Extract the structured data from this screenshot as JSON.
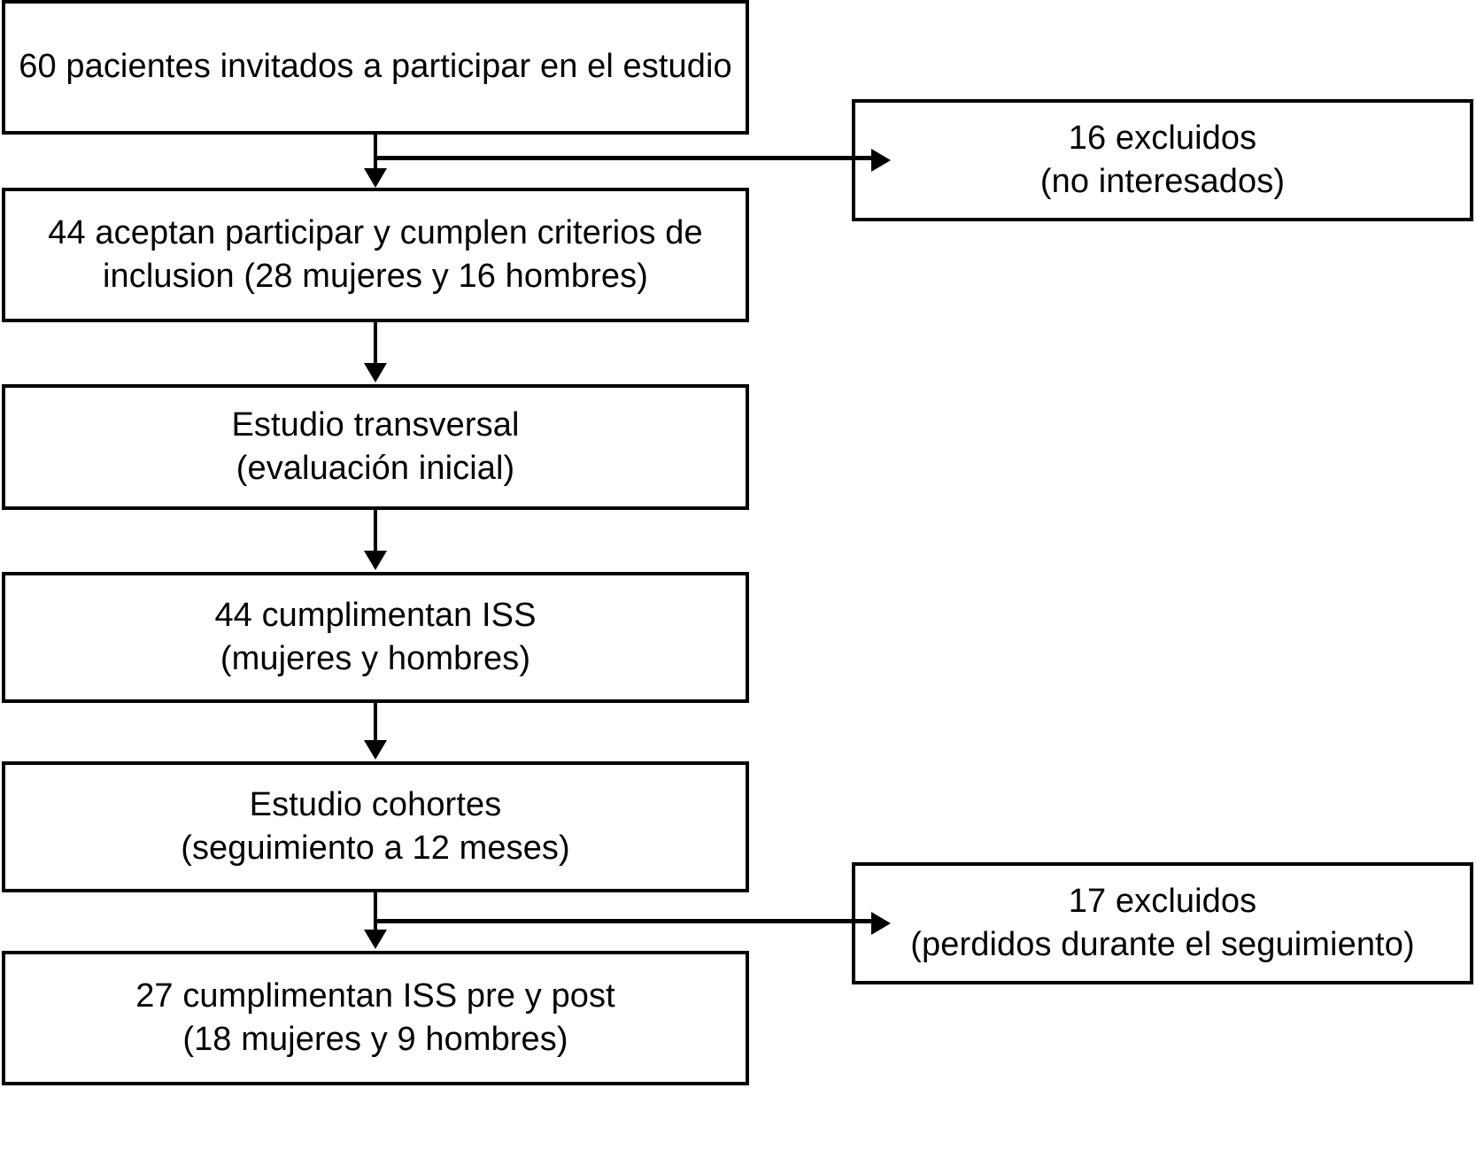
{
  "figure": {
    "type": "flowchart",
    "orientation": "top-to-bottom",
    "language": "es",
    "colors": {
      "box_border": "#000000",
      "box_fill": "#ffffff",
      "connector": "#000000",
      "text": "#000000"
    }
  },
  "nodes": {
    "invited": {
      "id": "invited",
      "text": "60 pacientes invitados a participar en el estudio",
      "count": 60
    },
    "accepted": {
      "id": "accepted",
      "text": "44 aceptan participar y cumplen criterios de\ninclusion (28 mujeres y 16 hombres)",
      "count": 44,
      "women": 28,
      "men": 16
    },
    "cross_sectional": {
      "id": "cross_sectional",
      "text": "Estudio transversal\n(evaluación inicial)"
    },
    "iss_44": {
      "id": "iss_44",
      "text": "44 cumplimentan ISS\n(mujeres y hombres)",
      "count": 44
    },
    "cohort": {
      "id": "cohort",
      "text": "Estudio cohortes\n(seguimiento a 12 meses)",
      "followup_months": 12
    },
    "iss_27": {
      "id": "iss_27",
      "text": "27 cumplimentan ISS pre y post\n(18 mujeres y 9 hombres)",
      "count": 27,
      "women": 18,
      "men": 9
    },
    "excluded_16": {
      "id": "excluded_16",
      "text": "16 excluidos\n(no interesados)",
      "count": 16
    },
    "excluded_17": {
      "id": "excluded_17",
      "text": "17 excluidos\n(perdidos durante el seguimiento)",
      "count": 17
    }
  },
  "edges": [
    {
      "from": "invited",
      "to": "accepted",
      "kind": "down-arrow"
    },
    {
      "from": "invited",
      "to": "excluded_16",
      "kind": "right-arrow"
    },
    {
      "from": "accepted",
      "to": "cross_sectional",
      "kind": "down-arrow"
    },
    {
      "from": "cross_sectional",
      "to": "iss_44",
      "kind": "down-arrow"
    },
    {
      "from": "iss_44",
      "to": "cohort",
      "kind": "down-arrow"
    },
    {
      "from": "cohort",
      "to": "iss_27",
      "kind": "down-arrow"
    },
    {
      "from": "cohort",
      "to": "excluded_17",
      "kind": "right-arrow"
    }
  ]
}
